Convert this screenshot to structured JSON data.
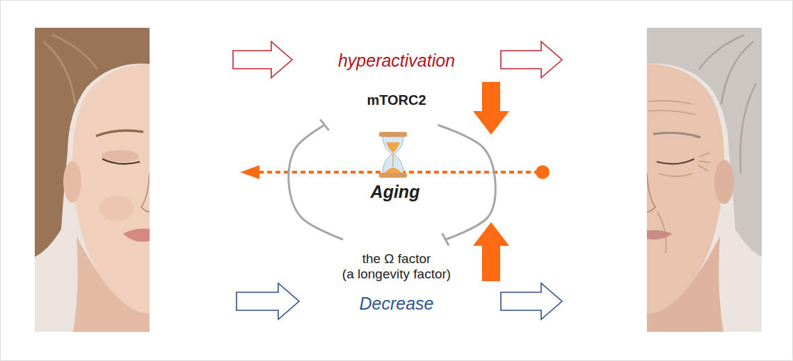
{
  "diagram": {
    "nodes": [
      {
        "text": [
          "mTORC2"
        ]
      },
      {
        "text": [
          "the Ω factor",
          "(a longevity factor)"
        ]
      }
    ],
    "edges": [
      {
        "from": 1,
        "to": 0,
        "arrow": "to"
      },
      {
        "from": 0,
        "to": 1,
        "arrow": "to"
      }
    ],
    "labels": [
      "hyperactivation",
      "Aging",
      "Decrease"
    ]
  }
}
